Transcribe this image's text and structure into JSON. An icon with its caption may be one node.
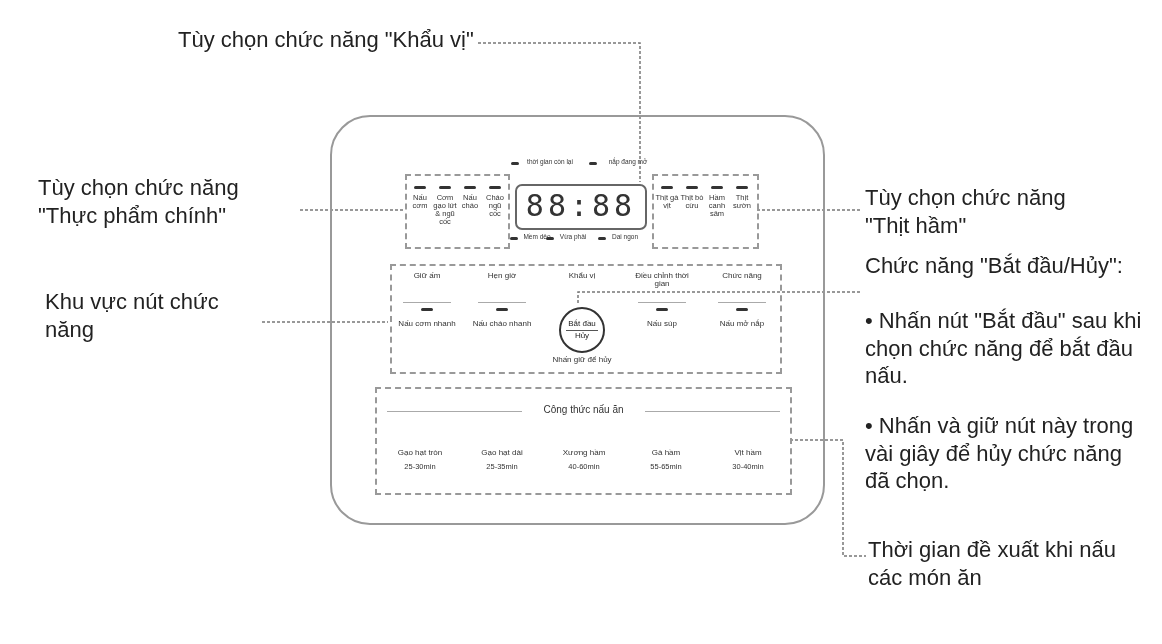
{
  "diagram": {
    "nodes": [
      {
        "text": [
          "Tùy chọn chức năng \"Khẩu vị\""
        ]
      },
      {
        "text": [
          "Tùy chọn chức năng \"Thực phẩm chính\""
        ]
      },
      {
        "text": [
          "Tùy chọn chức năng \"Thịt hầm\""
        ]
      },
      {
        "text": [
          "Khu vực nút chức năng"
        ]
      },
      {
        "text": [
          "Chức năng \"Bắt đầu/Hủy\":",
          "• Nhấn nút \"Bắt đầu\" sau khi chọn chức năng để bắt đầu nấu.",
          "• Nhấn và giữ nút này trong vài giây để hủy chức năng đã chọn."
        ]
      },
      {
        "text": [
          "Thời gian đề xuất khi nấu các món ăn"
        ]
      },
      {
        "text": [],
        "shape": "box"
      },
      {
        "text": [
          "Nấu cơm",
          "Cơm gạo lứt & ngũ cốc",
          "Nấu cháo",
          "Cháo ngũ cốc"
        ],
        "in": 6
      },
      {
        "text": [
          "88:88"
        ],
        "in": 6
      },
      {
        "text": [
          "Thịt gà vịt",
          "Thịt bò cừu",
          "Hầm canh sâm",
          "Thịt sườn"
        ],
        "in": 6
      },
      {
        "text": [
          "Giữ ấm",
          "Hẹn giờ",
          "Khẩu vị",
          "Điều chỉnh thời gian",
          "Chức năng",
          "Nấu cơm nhanh",
          "Nấu cháo nhanh",
          "Nấu súp",
          "Nấu mở nắp"
        ],
        "in": 6
      },
      {
        "text": [
          "Bắt đầu",
          "Hủy"
        ],
        "in": 10,
        "beside": [
          "Nhấn giữ để hủy"
        ]
      },
      {
        "text": [
          "Công thức nấu ăn",
          "Gạo hạt tròn",
          "25-30min",
          "Gạo hạt dài",
          "25-35min",
          "Xương hầm",
          "40-60min",
          "Gà hầm",
          "55-65min",
          "Vịt hầm",
          "30-40min"
        ],
        "in": 6
      }
    ],
    "edges": [
      {
        "from": 0,
        "to": 8,
        "arrow": "none",
        "style": "dashed"
      },
      {
        "from": 1,
        "to": 7,
        "arrow": "none",
        "style": "dashed"
      },
      {
        "from": 9,
        "to": 2,
        "arrow": "none",
        "style": "dashed"
      },
      {
        "from": 3,
        "to": 10,
        "arrow": "none",
        "style": "dashed"
      },
      {
        "from": 4,
        "to": 11,
        "arrow": "none",
        "style": "dashed"
      },
      {
        "from": 12,
        "to": 5,
        "arrow": "none",
        "style": "dashed"
      }
    ],
    "labels": [
      "thời gian còn lại",
      "nắp đang mở",
      "Mềm dẻo",
      "Vừa phải",
      "Dai ngon"
    ]
  }
}
